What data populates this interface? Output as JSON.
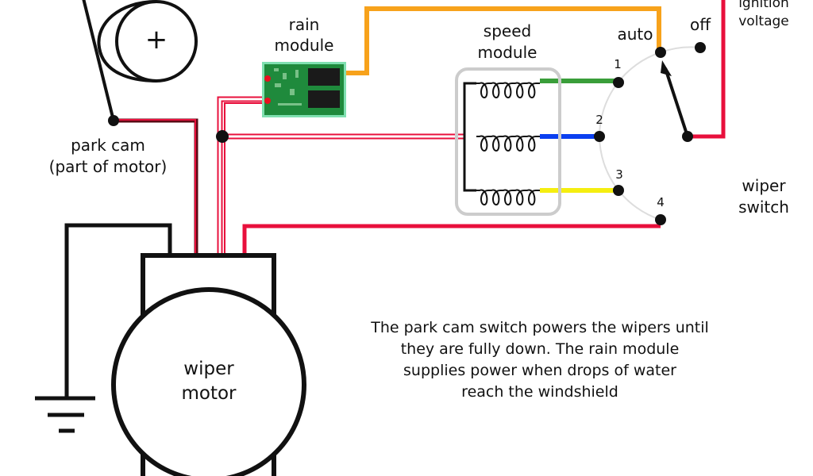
{
  "labels": {
    "park_cam": "park cam",
    "park_cam_sub": "(part of motor)",
    "rain_module_1": "rain",
    "rain_module_2": "module",
    "speed_module_1": "speed",
    "speed_module_2": "module",
    "auto": "auto",
    "off": "off",
    "ignition_1": "ignition",
    "ignition_2": "voltage",
    "wiper_switch_1": "wiper",
    "wiper_switch_2": "switch",
    "motor_1": "wiper",
    "motor_2": "motor",
    "cam_plus": "+",
    "pos1": "1",
    "pos2": "2",
    "pos3": "3",
    "pos4": "4"
  },
  "note": [
    "The park cam switch powers the wipers until",
    "they are fully down.  The rain module",
    "supplies power when drops of water",
    "reach the windshield"
  ],
  "colors": {
    "power": "#e8103c",
    "auto_wire": "#f7a21b",
    "speed1": "#3a9e3a",
    "speed2": "#0a3ff0",
    "speed3": "#f5ee10",
    "module_frame": "#cccccc",
    "pcb": "#1f8a3c"
  }
}
